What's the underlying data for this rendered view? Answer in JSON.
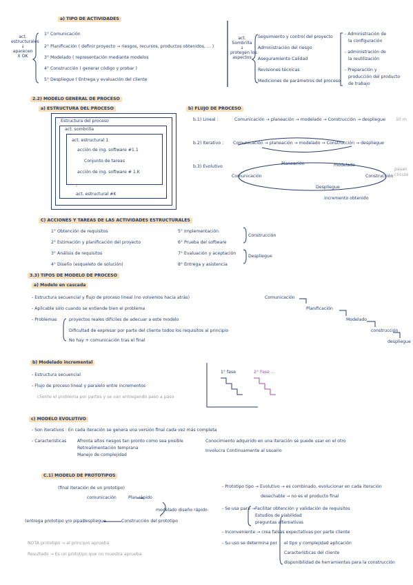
{
  "s1": {
    "title": "a) TIPO DE ACTIVIDADES",
    "left_label": [
      "act.",
      "estructurales",
      "↓",
      "aparecen",
      "X OK"
    ],
    "items": [
      "1° Comunicación",
      "2° Planificación ( definir proyecto → riesgos, recursos, productos obtenidos, ... )",
      "3° Modelado     ( representación mediante modelos",
      "4° Construcción   ( generar código y probar )",
      "5° Despliegue     ( Entrega y evaluación del cliente"
    ],
    "right_label": [
      "act.",
      "Sombrilla",
      "↓",
      "protegen los",
      "aspectos"
    ],
    "right_items": [
      "Seguimiento y control del proyecto",
      "Administración del riesgo",
      "Aseguramiento Calidad",
      "Revisiones técnicas",
      "Mediciones de parámetros del proceso"
    ],
    "far_items": [
      "- Administración de",
      "la configuración",
      "- administración de",
      "la reutilización",
      "- Preparación y",
      "producción del producto",
      "de trabajo"
    ]
  },
  "s2": {
    "title": "2.2) MODELO GENERAL DE PROCESO",
    "a_title": "a) ESTRUCTURA DEL PROCESO",
    "box_outer": "Estructura del proceso",
    "box_mid": "act. sombrilla",
    "box_inner": "act. estructural 1",
    "inner_lines": [
      "acción de ing. software #1.1",
      "Conjunto de tareas",
      "acción de ing. software # 1.K"
    ],
    "dots": ":",
    "act_k": "act. estructural #K",
    "b_title": "b) FLUJO DE PROCESO",
    "lineal_label": "b.1) Lineal :",
    "lineal_flow": "Comunicación → planeación → modelado → Construcción → despliegue",
    "lineal_note": "10 m",
    "iter_label": "b.2) Iterativo :",
    "iter_flow": "Comunicación → planeación → modelado → Construcción → despliegue",
    "evo_label": "b.3) Evolutivo",
    "evo_nodes": [
      "Comunicación",
      "Planeación",
      "modelado",
      "Construcción",
      "Despliegue",
      "incremento obtenido"
    ],
    "evo_note": [
      "pasan",
      "círculo"
    ]
  },
  "s3": {
    "title": "C) ACCIONES Y TAREAS DE LAS ACTIVIDADES ESTRUCTURALES",
    "left": [
      "1° Obtención de requisitos",
      "2° Estimación y planificación del proyecto",
      "3° Análisis de requisitos",
      "4° Diseño (esqueleto de solución)"
    ],
    "right": [
      "5° Implementación",
      "6° Prueba del software",
      "7° Evaluación y aceptación",
      "8° Entrega y asistencia"
    ],
    "right_tags": [
      "Construcción",
      "Despliegue"
    ]
  },
  "s4": {
    "title": "3.3) TIPOS DE MODELO DE PROCESO",
    "a_title": "a) Modelo en cascada",
    "l1": "- Estructura secuencial y flujo de proceso lineal  (no volvemos hacia atrás)",
    "l2": "- Aplicable sólo cuando se entiende bien el problema",
    "l3": "- Problemas",
    "p1": "proyectos reales difíciles de adecuar a este modelo",
    "p2": "Dificultad de expresar por parte del cliente todos los requisitos al principio",
    "p3": "No hay + comunicación tras el final",
    "cascade": [
      "Comunicación",
      "Planificación",
      "Modelado",
      "construcción",
      "despliegue"
    ]
  },
  "s5": {
    "title": "b) Modelado incremental",
    "l1": "- Estructura secuencial",
    "l2": "- Flujo de proceso lineal y paralelo entre incrementos",
    "l3": "cliente el problema por partes y se van entregando paso a paso",
    "chart_labels": [
      "1° fase",
      "2° Fase ..."
    ]
  },
  "s6": {
    "title": "c) MODELO EVOLUTIVO",
    "l1": "- Son iterativos : En cada iteración se genera una versión final cada vez más completa",
    "l2": "- Características",
    "c1": "Afronta altos riesgos tan pronto como sea posible",
    "c2": "Retroalimentación temprana",
    "c3": "Manejo de complejidad",
    "c4": "Conocimiento adquirido en una iteración se puede usar en el otro",
    "c5": "Involucra Continuamente al usuario"
  },
  "s7": {
    "title": "C.1) MODELO DE PROTOTIPOS",
    "subtitle": "(final iteración de un prototipo)",
    "nodes": [
      "comunicación",
      "Plan rápido",
      "modelado diseño rápido",
      "Construcción del prototipo",
      "despliegue",
      "(entrega prototipo y/o pipa)"
    ],
    "g1": "NOTA   prototipo → al principio   aprueba",
    "g2": "     Resultado → Es un prototipo que no muestra aprueba",
    "r1": "- Prototipo tipo → Evolutivo → es combinado, evolucionar en cada iteración",
    "r2": "desechable → no es el producto final",
    "r3": "- Se usa para →",
    "r3a": "Facilitar obtención y validación de requisitos",
    "r3b": "Estudios de viabilidad",
    "r3c": "preguntas alternativas",
    "r4": "- Inconveniente → crea falsas expectativas por parte cliente",
    "r5": "- Su uso se determina por",
    "r5a": "el tipo y complejidad aplicación",
    "r5b": "Características del cliente",
    "r5c": "disponibilidad de herramientas para la construcción"
  }
}
